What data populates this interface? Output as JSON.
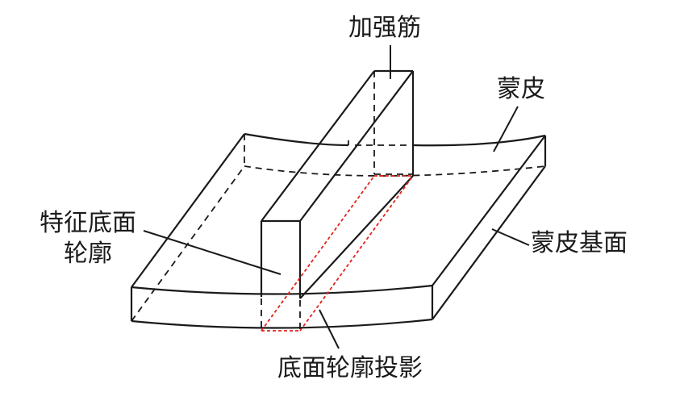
{
  "labels": {
    "rib": "加强筋",
    "skin": "蒙皮",
    "feature_line1": "特征底面",
    "feature_line2": "轮廓",
    "skin_base": "蒙皮基面",
    "projection": "底面轮廓投影"
  },
  "colors": {
    "line": "#1a1a1a",
    "projection": "#e2231a",
    "background": "#ffffff"
  }
}
